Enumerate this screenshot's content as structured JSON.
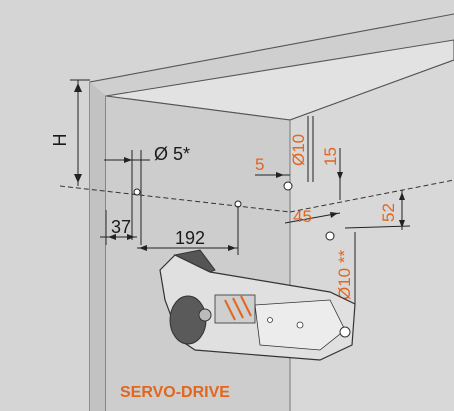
{
  "dimensions": {
    "height": "H",
    "hole_dia_5": "Ø 5*",
    "offset_37": "37",
    "spacing_192": "192",
    "edge_5": "5",
    "hole_dia_10_top": "Ø10",
    "dim_15": "15",
    "dim_45": "45",
    "dim_52": "52",
    "hole_dia_10_side": "Ø10 **"
  },
  "label": "SERVO-DRIVE",
  "colors": {
    "background": "#d5d5d5",
    "panel_side": "#c8c8c8",
    "panel_top": "#e6e6e6",
    "accent": "#e2661d"
  }
}
